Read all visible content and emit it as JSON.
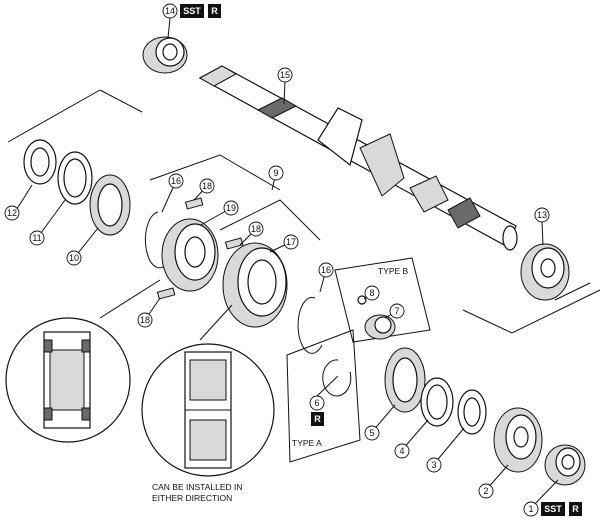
{
  "callouts": {
    "c1": "1",
    "c2": "2",
    "c3": "3",
    "c4": "4",
    "c5": "5",
    "c6": "6",
    "c7": "7",
    "c8": "8",
    "c9": "9",
    "c10": "10",
    "c11": "11",
    "c12": "12",
    "c13": "13",
    "c14": "14",
    "c15": "15",
    "c16a": "16",
    "c16b": "16",
    "c17": "17",
    "c18a": "18",
    "c18b": "18",
    "c18c": "18",
    "c19": "19"
  },
  "tags": {
    "sst_top": "SST",
    "r_top": "R",
    "sst_bottom": "SST",
    "r_bottom": "R",
    "r_type_a": "R"
  },
  "type_a_label": "TYPE A",
  "type_b_label": "TYPE B",
  "note": {
    "line1": "CAN BE INSTALLED IN",
    "line2": "EITHER DIRECTION"
  }
}
